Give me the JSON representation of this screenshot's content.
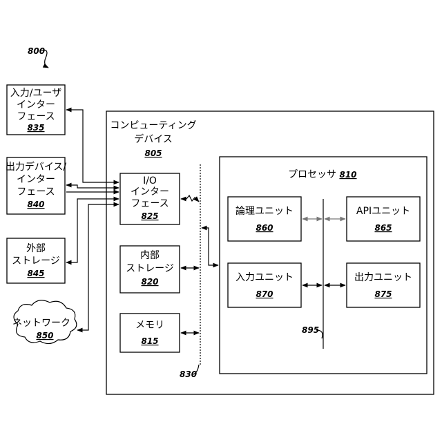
{
  "figure_ref": "800",
  "external": {
    "input_ui": {
      "lines": [
        "入力/ユーザ",
        "インター",
        "フェース"
      ],
      "ref": "835"
    },
    "output_ui": {
      "lines": [
        "出力デバイス/",
        "インター",
        "フェース"
      ],
      "ref": "840"
    },
    "ext_storage": {
      "lines": [
        "外部",
        "ストレージ"
      ],
      "ref": "845"
    },
    "network": {
      "label": "ネットワーク",
      "ref": "850"
    }
  },
  "device": {
    "title_lines": [
      "コンピューティング",
      "デバイス"
    ],
    "ref": "805",
    "io": {
      "lines": [
        "I/O",
        "インター",
        "フェース"
      ],
      "ref": "825"
    },
    "internal_storage": {
      "lines": [
        "内部",
        "ストレージ"
      ],
      "ref": "820"
    },
    "memory": {
      "label": "メモリ",
      "ref": "815"
    },
    "bus_ref": "830"
  },
  "processor": {
    "title": "プロセッサ",
    "ref": "810",
    "logic": {
      "label": "論理ユニット",
      "ref": "860"
    },
    "api": {
      "label": "APIユニット",
      "ref": "865"
    },
    "input": {
      "label": "入力ユニット",
      "ref": "870"
    },
    "output": {
      "label": "出力ユニット",
      "ref": "875"
    },
    "bus_ref": "895"
  }
}
